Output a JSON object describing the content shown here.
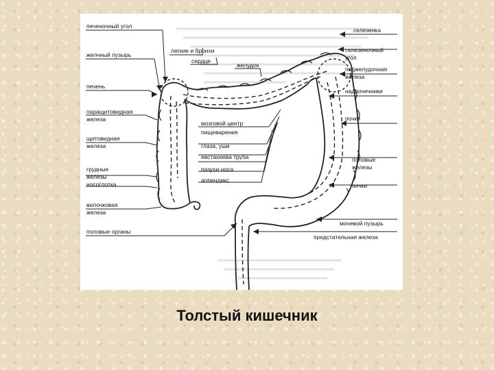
{
  "caption": "Толстый кишечник",
  "labels": {
    "hepatic_flexure": "печеночный угол",
    "gallbladder": "желчный пузырь",
    "liver": "печень",
    "parathyroid_1": "паращитовидная",
    "parathyroid_2": "железа",
    "thyroid_1": "щитовидная",
    "thyroid_2": "железа",
    "breast_1": "грудные",
    "breast_2": "железы",
    "nasopharynx": "носоглотка",
    "thymus_1": "вилочковая",
    "thymus_2": "железа",
    "genitals": "половые органы",
    "lungs": "легкие и бронхи",
    "heart": "сердце",
    "stomach": "желудок",
    "spleen": "селезенка",
    "splenic_flexure_1": "селезеночный",
    "splenic_flexure_2": "угол",
    "pancreas_1": "поджелудочная",
    "pancreas_2": "железа",
    "adrenals": "надпочечники",
    "kidneys": "почки",
    "brain": "мозговой центр",
    "digestion": "пищеварения",
    "eyes_ears": "глаза, уши",
    "eustachian": "евстахиева труба",
    "sinuses": "пазухи носа",
    "appendix": "аппендикс",
    "gonads_1": "половые",
    "gonads_2": "железы",
    "ovaries": "яички",
    "bladder": "мочевой пузырь",
    "prostate": "предстательная железа"
  }
}
